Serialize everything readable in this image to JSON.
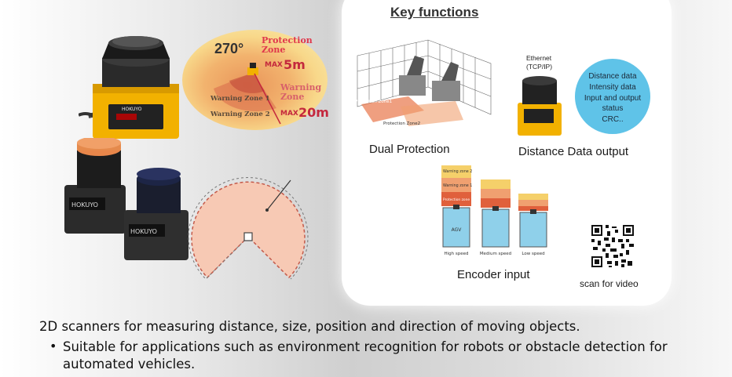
{
  "product": {
    "angle_label": "270°",
    "protection_zone_label": "Protection Zone",
    "max_label_1": "MAX",
    "protection_range": "5m",
    "warning_zone_label": "Warning Zone",
    "warning_zone_1": "Warning Zone 1",
    "warning_zone_2": "Warning Zone 2",
    "max_label_2": "MAX",
    "warning_range": "20m",
    "brand": "HOKUYO"
  },
  "key_functions": {
    "title": "Key functions",
    "dual": {
      "caption": "Dual Protection",
      "zone_1_label": "Protection Zone1",
      "zone_2_label": "Protection Zone2"
    },
    "distance": {
      "caption": "Distance Data output",
      "ethernet_label_1": "Ethernet",
      "ethernet_label_2": "(TCP/IP)",
      "bubble_lines": [
        "Distance data",
        "Intensity data",
        "Input and output",
        "status",
        "CRC.."
      ]
    },
    "encoder": {
      "caption": "Encoder input",
      "warning_zone_2": "Warning zone 2",
      "warning_zone_1": "Warning zone 1",
      "protection_zone_1": "Protection zone 1",
      "agv_label": "AGV",
      "speeds": [
        "High speed",
        "Medium speed",
        "Low speed"
      ]
    },
    "qr_caption": "scan for video"
  },
  "description": {
    "main": "2D scanners for measuring distance, size, position and direction of moving objects.",
    "bullet": "Suitable for applications such as environment recognition for robots or obstacle detection for automated vehicles."
  },
  "colors": {
    "scanner_yellow": "#f2b100",
    "scanner_orange_cap": "#e8864a",
    "scanner_navy_cap": "#1d2546",
    "zone_red": "#e0384c",
    "bubble_blue": "#5fc3e8",
    "fan_fill": "#f7c9b4"
  }
}
